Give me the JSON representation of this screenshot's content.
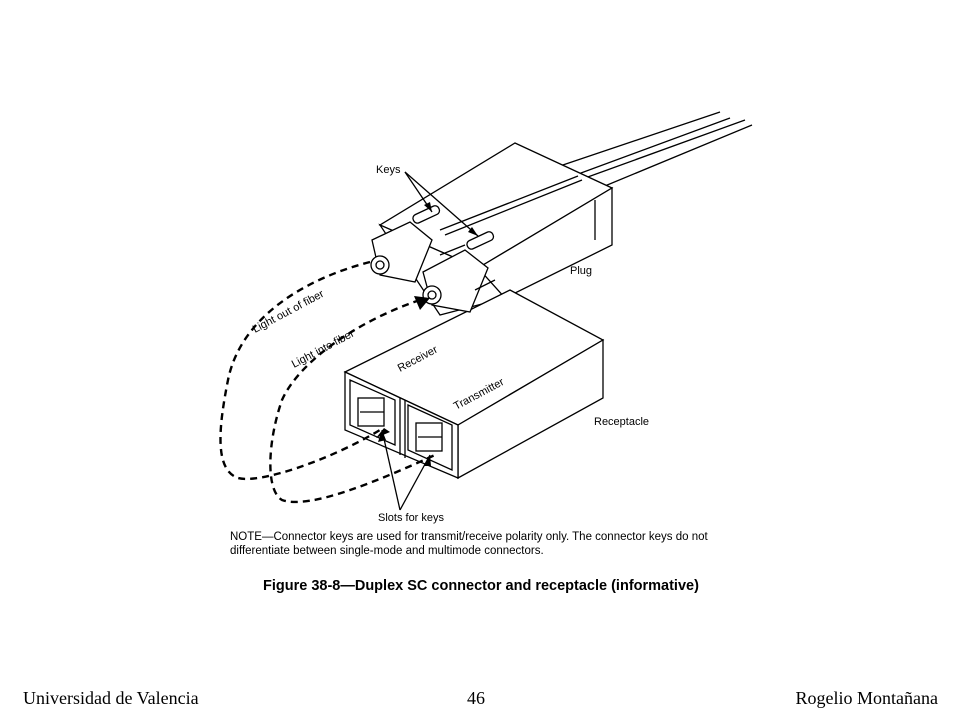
{
  "diagram": {
    "labels": {
      "keys": "Keys",
      "plug": "Plug",
      "light_out": "Light out of fiber",
      "light_into": "Light into fiber",
      "receiver": "Receiver",
      "transmitter": "Transmitter",
      "receptacle": "Receptacle",
      "slots": "Slots for keys"
    },
    "note": "NOTE—Connector keys are used for transmit/receive polarity only. The connector keys do not differentiate between single-mode and multimode connectors.",
    "caption": "Figure 38-8—Duplex SC connector and receptacle (informative)"
  },
  "footer": {
    "left": "Universidad de Valencia",
    "center": "46",
    "right": "Rogelio Montañana"
  }
}
